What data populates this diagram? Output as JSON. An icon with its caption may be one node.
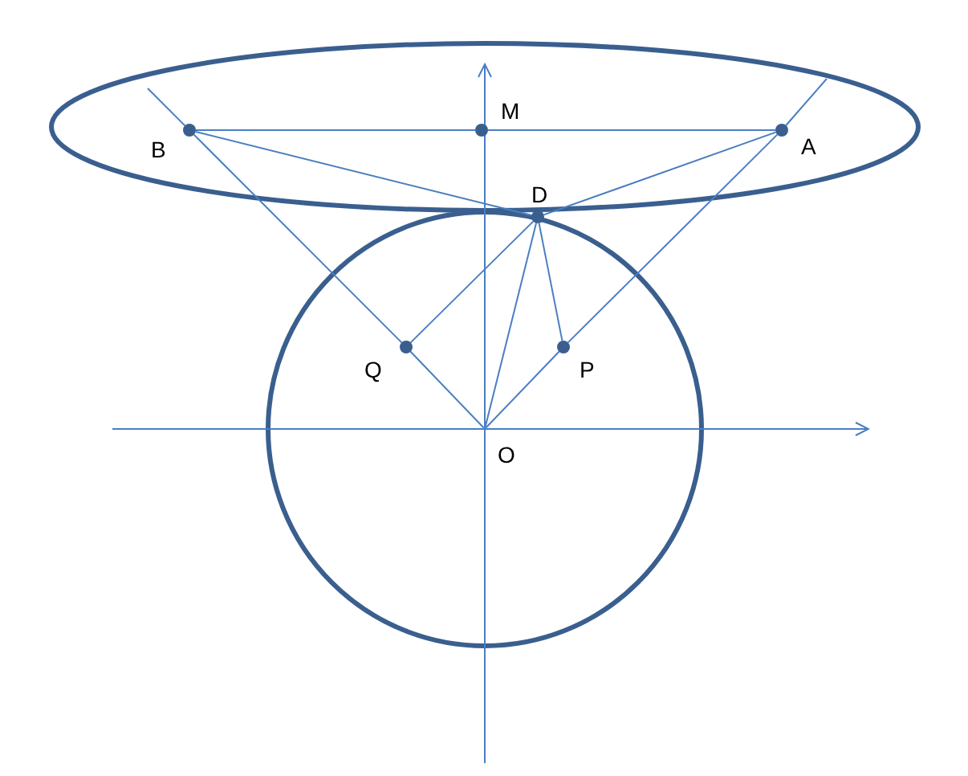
{
  "diagram": {
    "nodes": [
      {
        "text": [
          "B"
        ]
      },
      {
        "text": [
          "M"
        ]
      },
      {
        "text": [
          "A"
        ]
      },
      {
        "text": [
          "D"
        ]
      },
      {
        "text": [
          "Q"
        ]
      },
      {
        "text": [
          "P"
        ]
      },
      {
        "text": [
          "O"
        ]
      }
    ],
    "edges": [
      {
        "from": 0,
        "to": 1,
        "arrow": "none"
      },
      {
        "from": 1,
        "to": 2,
        "arrow": "none"
      },
      {
        "from": 0,
        "to": 3,
        "arrow": "none"
      },
      {
        "from": 2,
        "to": 3,
        "arrow": "none"
      },
      {
        "from": 3,
        "to": 4,
        "arrow": "none"
      },
      {
        "from": 3,
        "to": 5,
        "arrow": "none"
      },
      {
        "from": 3,
        "to": 6,
        "arrow": "none"
      },
      {
        "from": null,
        "to": 0,
        "arrow": "none"
      },
      {
        "from": 0,
        "to": 4,
        "arrow": "none"
      },
      {
        "from": 4,
        "to": 6,
        "arrow": "none"
      },
      {
        "from": null,
        "to": 2,
        "arrow": "none"
      },
      {
        "from": 2,
        "to": 5,
        "arrow": "none"
      },
      {
        "from": 5,
        "to": 6,
        "arrow": "none"
      }
    ]
  }
}
